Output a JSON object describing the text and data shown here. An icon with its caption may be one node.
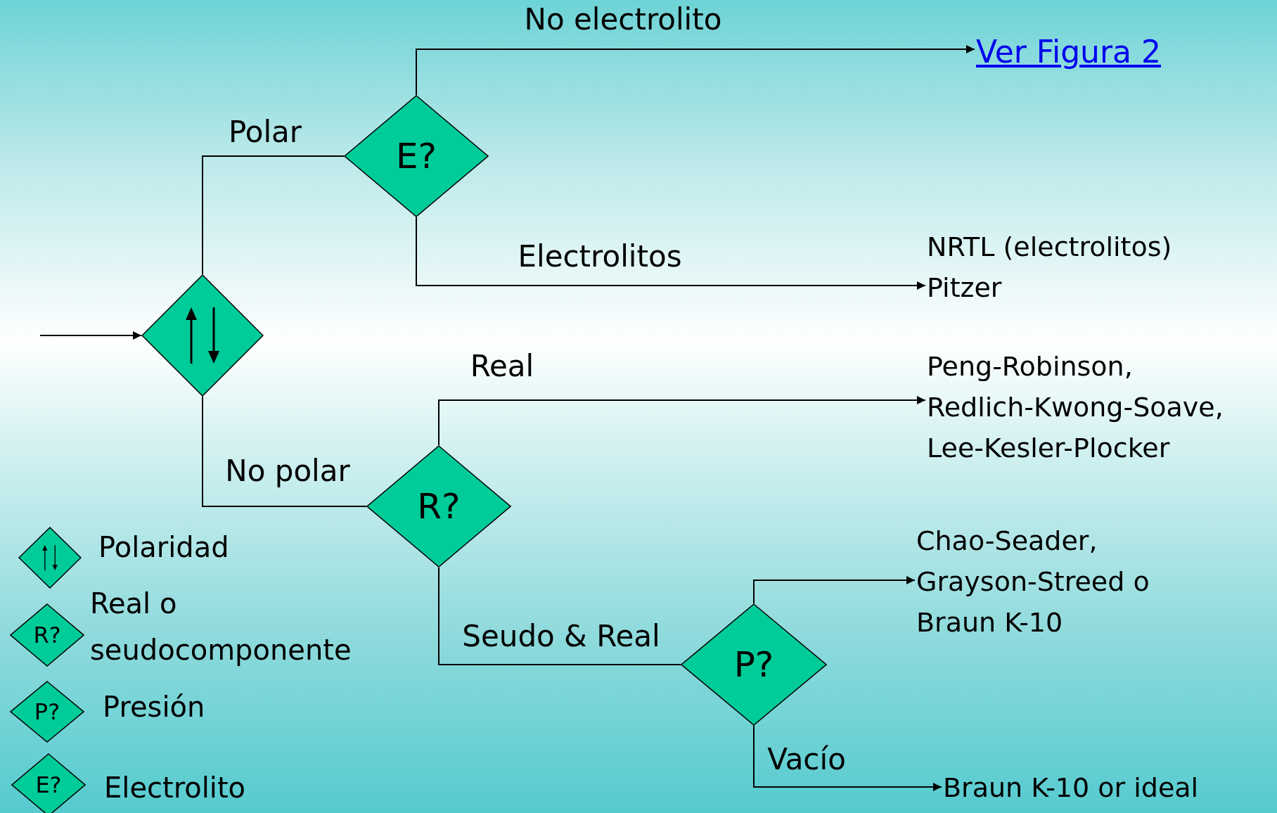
{
  "diagram": {
    "nodes": [
      {
        "text": [],
        "shape": "diamond"
      },
      {
        "text": [
          "E?"
        ]
      },
      {
        "text": [
          "R?"
        ]
      },
      {
        "text": [
          "P?"
        ]
      },
      {
        "text": [
          "Ver Figura 2"
        ]
      },
      {
        "text": [
          "NRTL (electrolitos)",
          "Pitzer"
        ]
      },
      {
        "text": [
          "Peng-Robinson,",
          "Redlich-Kwong-Soave,",
          "Lee-Kesler-Plocker"
        ]
      },
      {
        "text": [
          "Chao-Seader,",
          "Grayson-Streed o",
          "Braun K-10"
        ]
      },
      {
        "text": [
          "Braun K-10 or ideal"
        ]
      }
    ],
    "edges": [
      {
        "from": null,
        "to": 0,
        "arrow": "to"
      },
      {
        "from": 0,
        "to": 1,
        "arrow": "none",
        "label": "Polar"
      },
      {
        "from": 0,
        "to": 2,
        "arrow": "none",
        "label": "No polar"
      },
      {
        "from": 1,
        "to": 4,
        "arrow": "to",
        "label": "No electrolito"
      },
      {
        "from": 1,
        "to": 5,
        "arrow": "to",
        "label": "Electrolitos"
      },
      {
        "from": 2,
        "to": 6,
        "arrow": "to",
        "label": "Real"
      },
      {
        "from": 2,
        "to": 3,
        "arrow": "none",
        "label": "Seudo & Real"
      },
      {
        "from": 3,
        "to": 7,
        "arrow": "to"
      },
      {
        "from": 3,
        "to": 8,
        "arrow": "to",
        "label": "Vacío"
      }
    ],
    "labels": [
      "R?",
      "P?",
      "E?"
    ],
    "legend": [
      {
        "text": "Polaridad"
      },
      {
        "text": "Real o seudocomponente"
      },
      {
        "text": "Presión"
      },
      {
        "text": "Electrolito"
      }
    ]
  }
}
